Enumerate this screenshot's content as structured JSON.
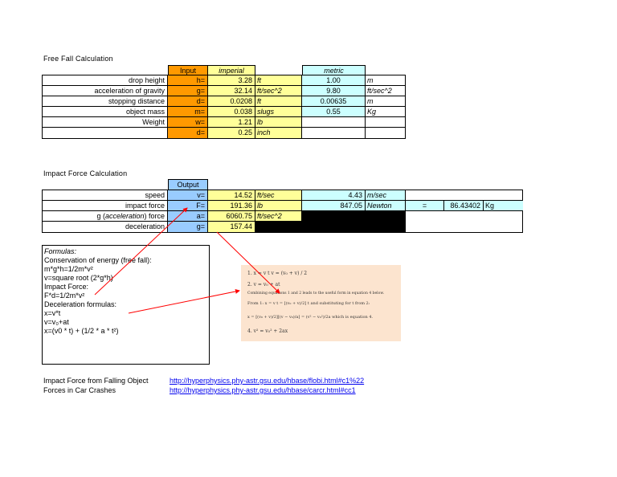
{
  "free_fall": {
    "title": "Free Fall Calculation",
    "headers": {
      "input": "Input",
      "imperial": "imperial",
      "metric": "metric"
    },
    "rows": [
      {
        "label": "drop height",
        "sym": "h=",
        "imp": "3.28",
        "imp_unit": "ft",
        "met": "1.00",
        "met_unit": "m"
      },
      {
        "label": "acceleration of gravity",
        "sym": "g=",
        "imp": "32.14",
        "imp_unit": "ft/sec^2",
        "met": "9.80",
        "met_unit": "ft/sec^2"
      },
      {
        "label": "stopping distance",
        "sym": "d=",
        "imp": "0.0208",
        "imp_unit": "ft",
        "met": "0.00635",
        "met_unit": "m"
      },
      {
        "label": "object mass",
        "sym": "m=",
        "imp": "0.038",
        "imp_unit": "slugs",
        "met": "0.55",
        "met_unit": "Kg"
      },
      {
        "label": "Weight",
        "sym": "w=",
        "imp": "1.21",
        "imp_unit": "lb",
        "met": "",
        "met_unit": ""
      },
      {
        "label": "",
        "sym": "d=",
        "imp": "0.25",
        "imp_unit": "inch",
        "met": "",
        "met_unit": ""
      }
    ]
  },
  "impact_force": {
    "title": "Impact Force Calculation",
    "header_output": "Output",
    "rows": [
      {
        "label": "speed",
        "sym": "v=",
        "imp": "14.52",
        "imp_unit": "ft/sec",
        "met": "4.43",
        "met_unit": "m/sec"
      },
      {
        "label": "impact force",
        "sym": "F=",
        "imp": "191.36",
        "imp_unit": "lb",
        "met": "847.05",
        "met_unit": "Newton",
        "eq": "=",
        "extra": "86.43402",
        "extra_unit": "Kg"
      },
      {
        "label_pre": "g (",
        "label_it": "acceleration",
        "label_post": ") force",
        "sym": "a=",
        "imp": "6060.75",
        "imp_unit": "ft/sec^2"
      },
      {
        "label": "deceleration",
        "sym": "g=",
        "imp": "157.44",
        "imp_unit": ""
      }
    ]
  },
  "formulas": {
    "lines": [
      "Formulas:",
      "Conservation of energy (free fall):",
      "m*g*h=1/2m*v²",
      "v=square root (2*g*h)",
      "Impact Force:",
      "F*d=1/2m*v²",
      "Deceleration formulas:",
      "x=v*t",
      "v=v₀+at",
      "x=(v0 * t) + (1/2 * a * t²)"
    ]
  },
  "equations": {
    "l1": "1.  x = v t          v = (v₀ + v) / 2",
    "l2": "2.  v = v₀ + at",
    "l3": "Combining equations 1 and 2 leads to the useful form in equation 4 below.",
    "l4": "From 1:   x = v t = [(v₀ + v)/2] t       and substituting for t from 2:",
    "l5": "x = [(v₀ + v)/2][(v − v₀)/a] =    (v² − v₀²)/2a      which is equation 4.",
    "l6": "4.  v² = v₀² + 2ax"
  },
  "links": [
    {
      "label": "Impact Force from Falling Object",
      "url": "http://hyperphysics.phy-astr.gsu.edu/hbase/flobi.html#c1%22"
    },
    {
      "label": "Forces in Car Crashes",
      "url": "http://hyperphysics.phy-astr.gsu.edu/hbase/carcr.html#cc1"
    }
  ],
  "colors": {
    "input_header": "#ff9900",
    "value_cell": "#ffff99",
    "metric_cell": "#ccffff",
    "output_cell": "#99ccff",
    "arrow": "#ff0000",
    "link": "#0000ee",
    "equation_bg": "#fce4cf"
  }
}
